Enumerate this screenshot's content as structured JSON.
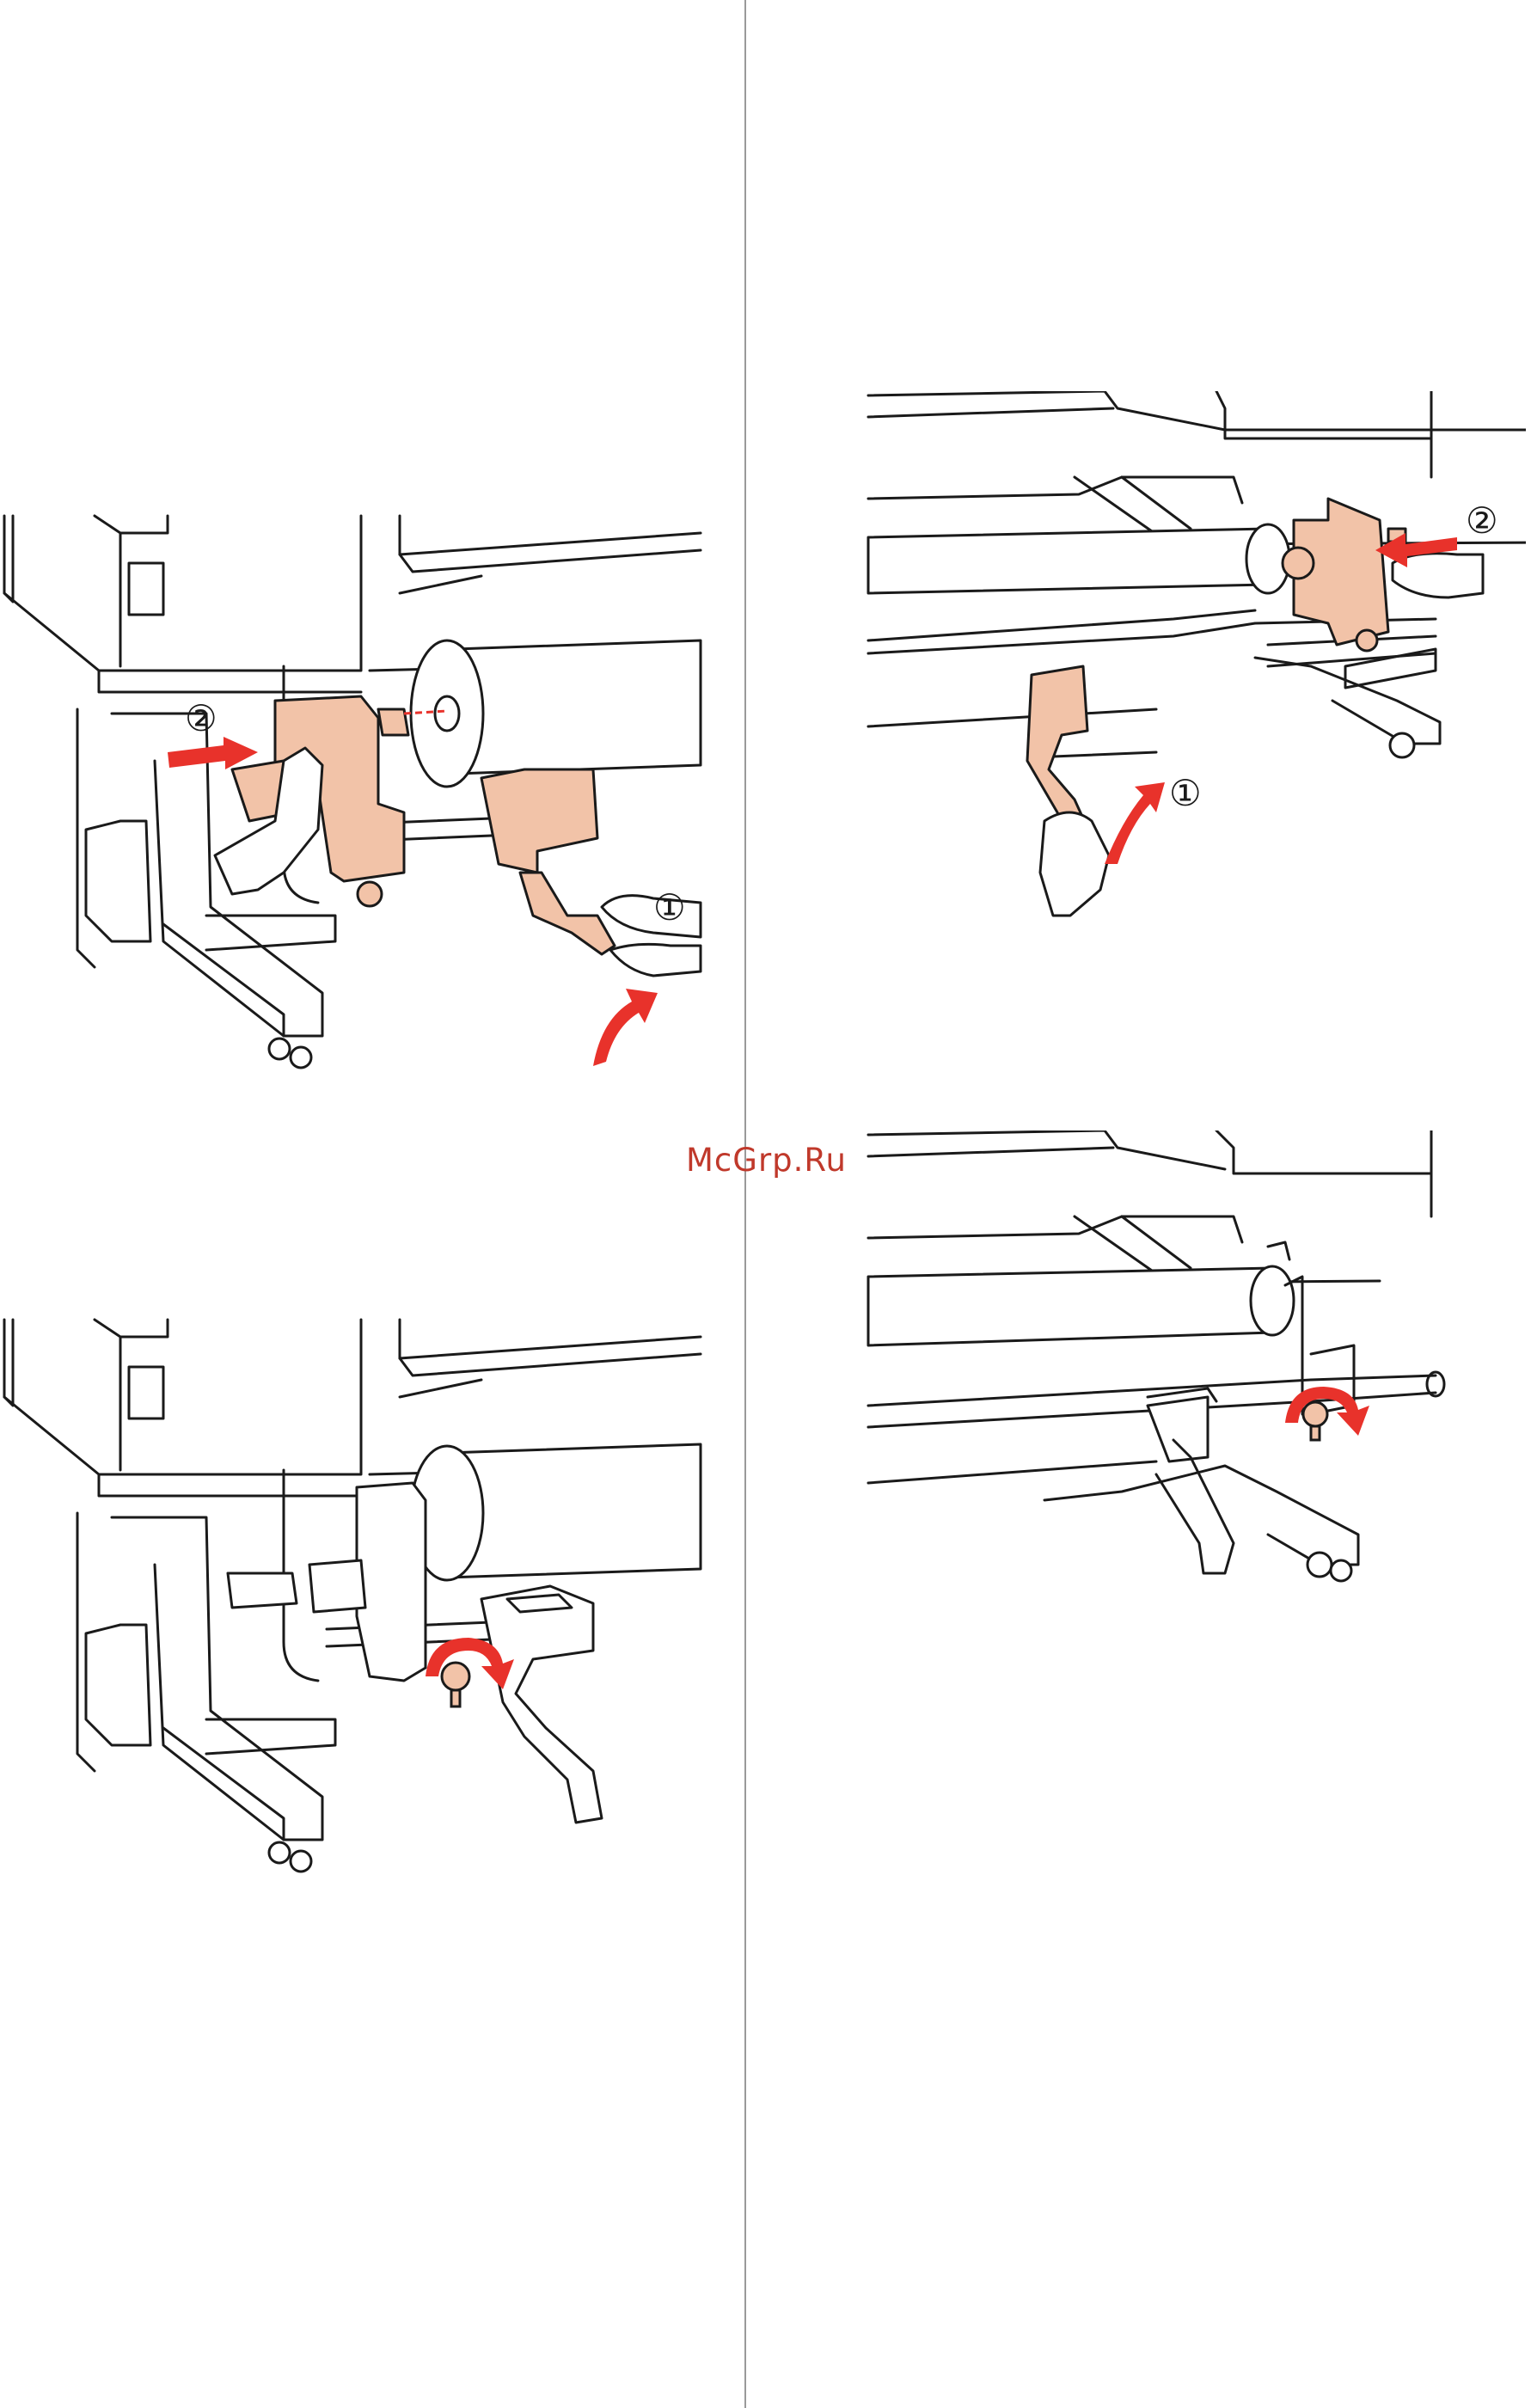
{
  "watermark": "McGrp.Ru",
  "figures": [
    {
      "id": "fig-top-left",
      "step_labels": [
        "②",
        "①"
      ]
    },
    {
      "id": "fig-top-right",
      "step_labels": [
        "②",
        "①"
      ]
    },
    {
      "id": "fig-bottom-left",
      "step_labels": []
    },
    {
      "id": "fig-bottom-right",
      "step_labels": []
    }
  ],
  "colors": {
    "line": "#1a1a1a",
    "holder_fill": "#f2c3a8",
    "arrow_red": "#e8322b",
    "divider": "#9a9a9a"
  }
}
